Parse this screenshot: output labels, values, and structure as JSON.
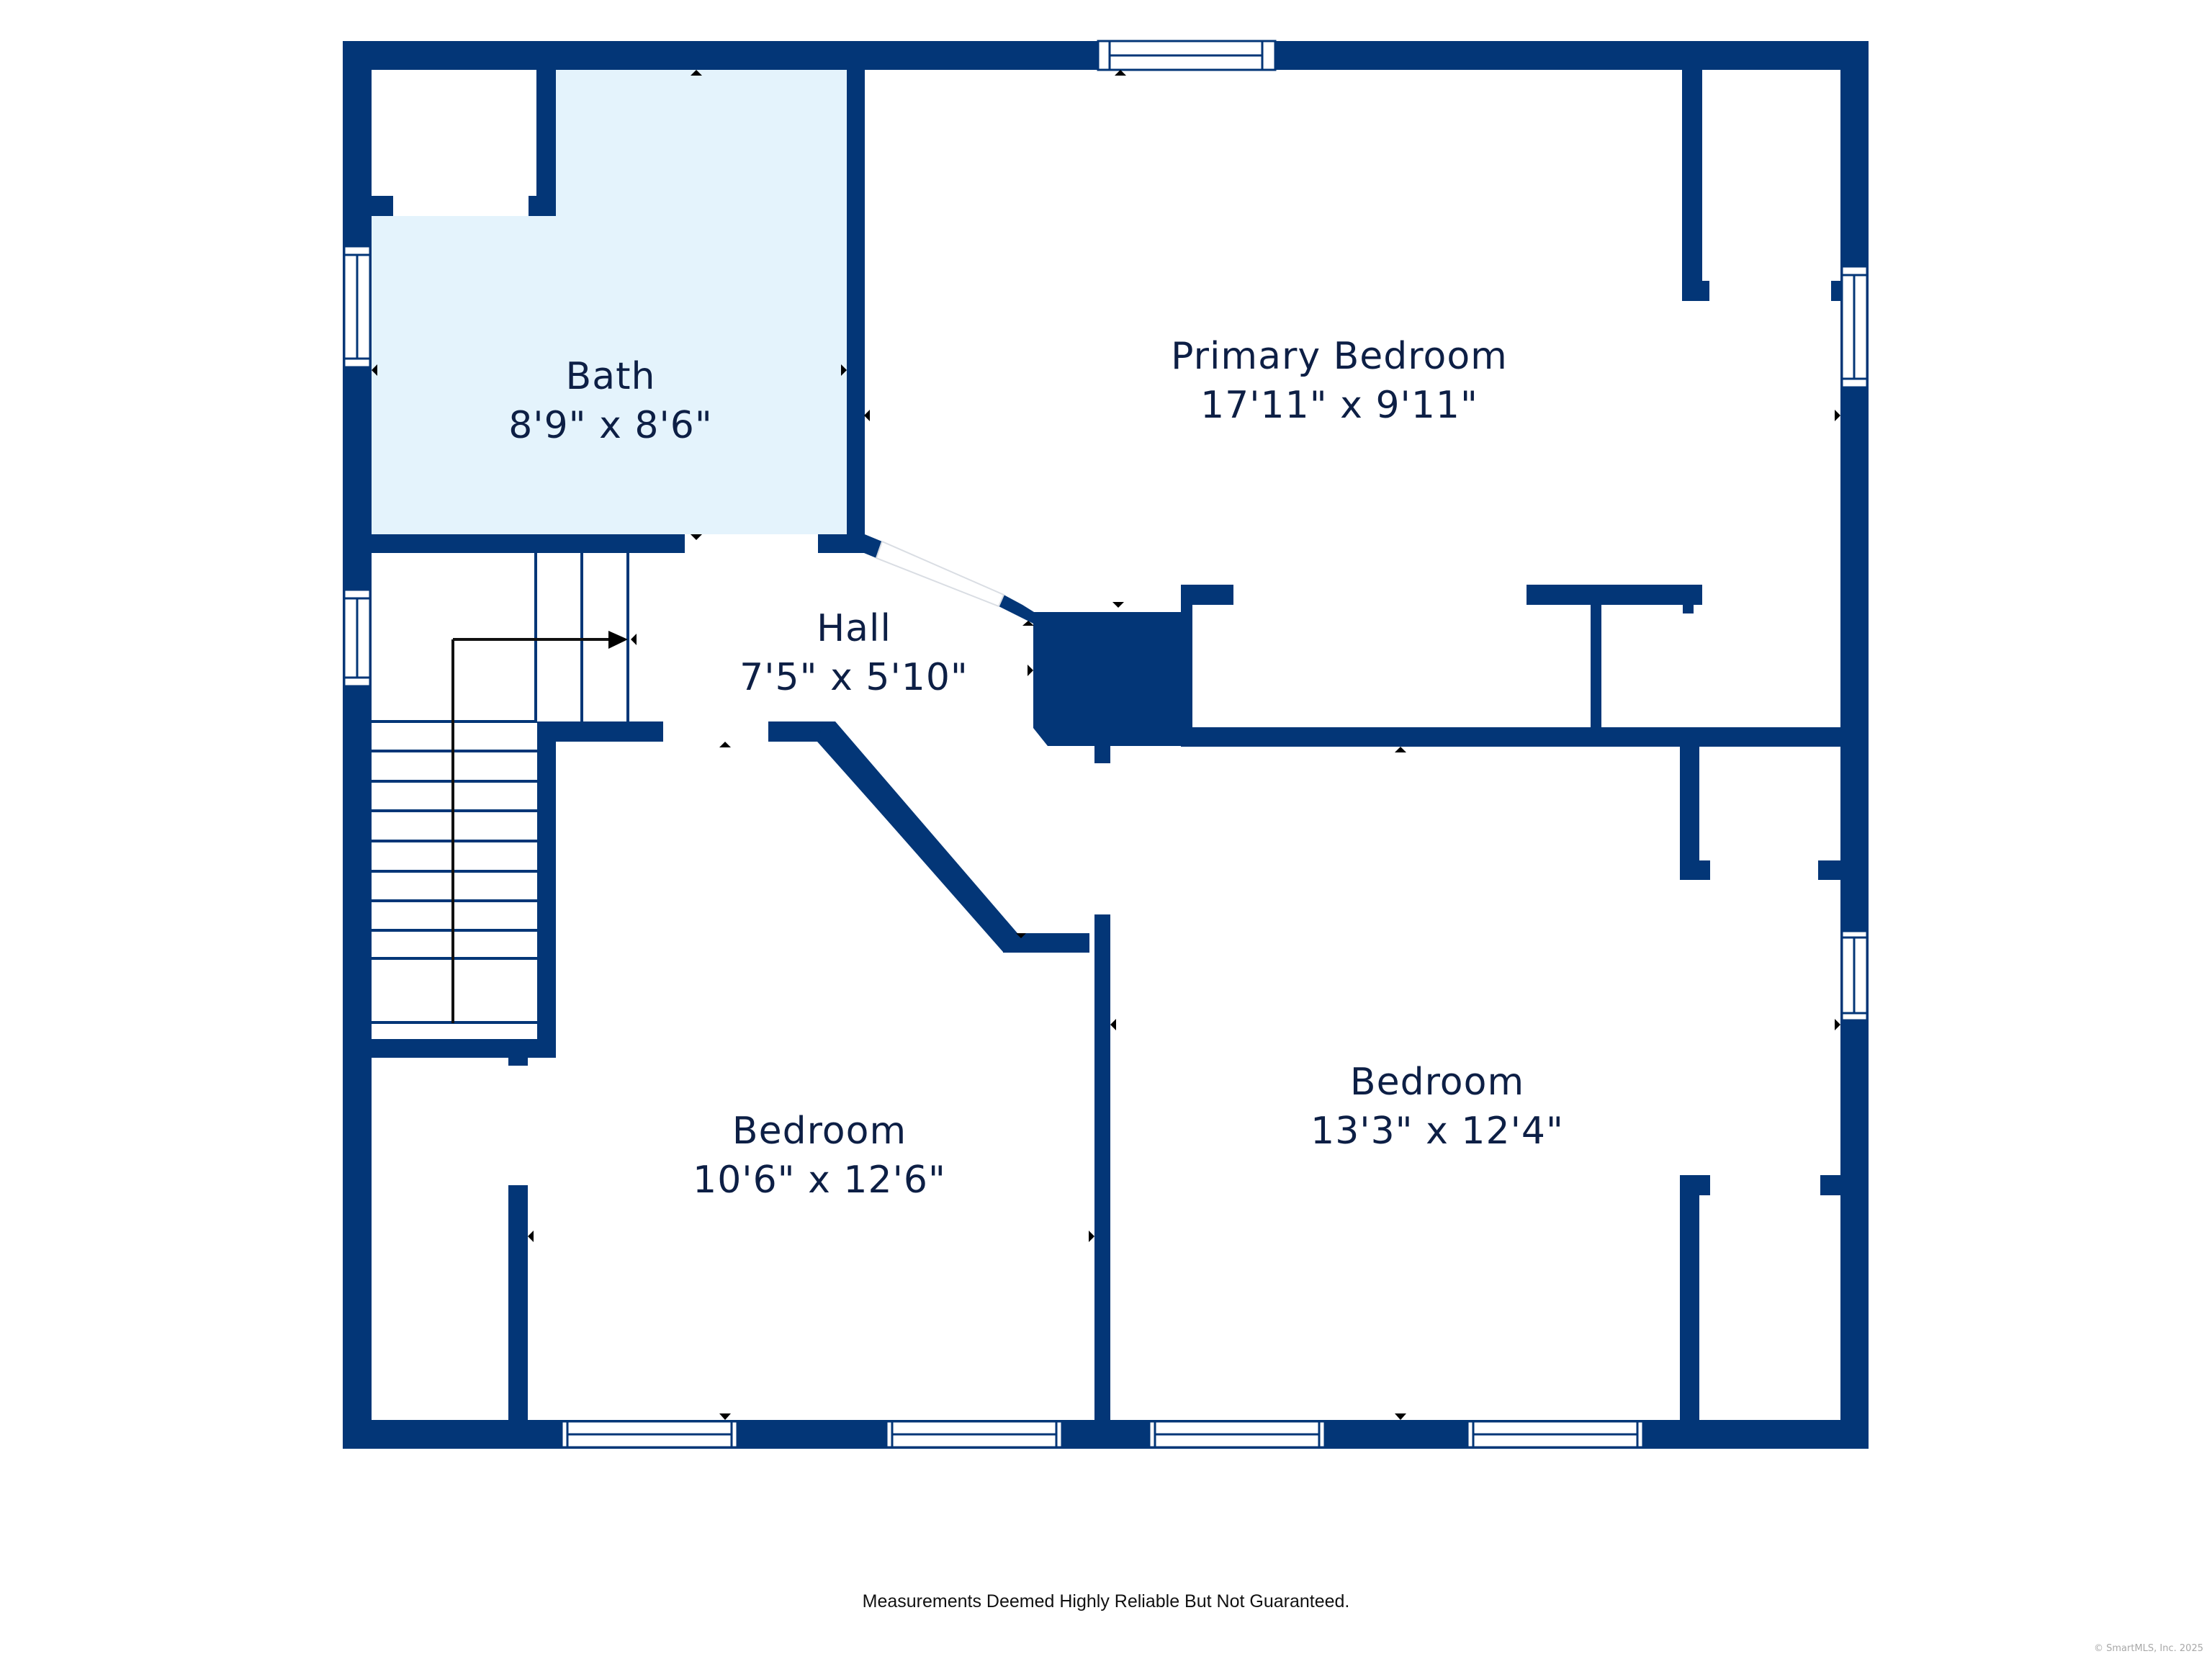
{
  "plan": {
    "wall_color": "#033677",
    "bath_fill": "#e4f3fc",
    "rooms": [
      {
        "id": "bath",
        "name": "Bath",
        "dimensions": "8'9\" x 8'6\""
      },
      {
        "id": "primary-bedroom",
        "name": "Primary Bedroom",
        "dimensions": "17'11\" x 9'11\""
      },
      {
        "id": "hall",
        "name": "Hall",
        "dimensions": "7'5\" x 5'10\""
      },
      {
        "id": "bedroom-left",
        "name": "Bedroom",
        "dimensions": "10'6\" x 12'6\""
      },
      {
        "id": "bedroom-right",
        "name": "Bedroom",
        "dimensions": "13'3\" x 12'4\""
      }
    ]
  },
  "footer": {
    "disclaimer": "Measurements Deemed Highly Reliable But Not Guaranteed.",
    "copyright": "© SmartMLS, Inc.  2025"
  }
}
